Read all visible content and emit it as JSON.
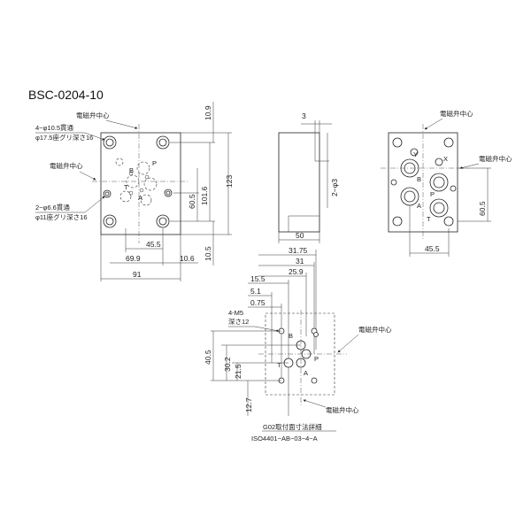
{
  "title": "BSC-0204-10",
  "front": {
    "top_dim": "10.9",
    "height_dim": "123",
    "dim_101_6": "101.6",
    "dim_60_5": "60.5",
    "bottom_dim": "10.5",
    "dim_45_5": "45.5",
    "dim_69_9": "69.9",
    "dim_10_6": "10.6",
    "width_dim": "91",
    "callout_big_1": "4−φ10.5貫通",
    "callout_big_2": "φ17.5座グリ深さ16",
    "callout_small_1": "2−φ6.6貫通",
    "callout_small_2": "φ11座グリ深さ16",
    "center_label_top": "電磁弁中心",
    "center_label_left": "電磁弁中心",
    "port_p": "P",
    "port_b": "B",
    "port_a": "A",
    "port_t": "T"
  },
  "side": {
    "dim_3": "3",
    "dim_2_phi3": "2−φ3",
    "dim_50": "50"
  },
  "right": {
    "center_label_top": "電磁弁中心",
    "center_label_right": "電磁弁中心",
    "dim_60_5": "60.5",
    "dim_45_5": "45.5",
    "port_y": "Y",
    "port_x": "X",
    "port_b": "B",
    "port_p": "P",
    "port_a": "A",
    "port_t": "T"
  },
  "detail": {
    "dim_31_75": "31.75",
    "dim_31": "31",
    "dim_25_9": "25.9",
    "dim_15_5": "15.5",
    "dim_5_1": "5.1",
    "dim_0_75": "0.75",
    "m5_1": "4-M5",
    "m5_2": "深さ12",
    "dim_40_5": "40.5",
    "dim_30_2": "30.2",
    "dim_21_5": "21.5",
    "dim_12_7": "12.7",
    "center_label_right": "電磁弁中心",
    "center_label_bottom": "電磁弁中心",
    "port_b": "B",
    "port_p": "P",
    "port_t": "T",
    "port_a": "A",
    "caption_1": "G02取付面寸法詳細",
    "caption_2": "ISO4401−AB−03−4−A"
  }
}
